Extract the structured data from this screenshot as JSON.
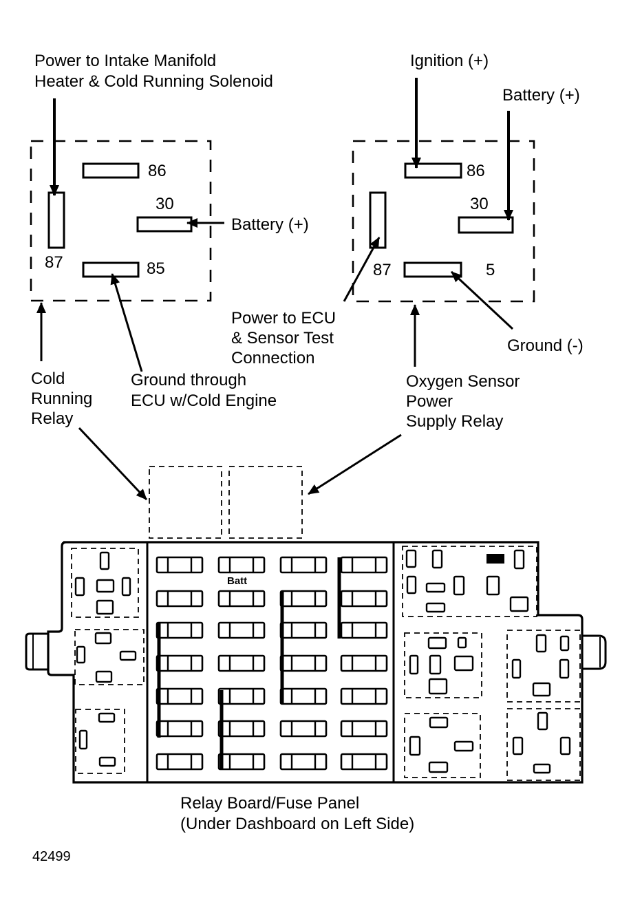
{
  "colors": {
    "ink": "#000000",
    "paper": "#ffffff"
  },
  "cold_running_relay": {
    "title": "Cold Running Relay",
    "title_lines": [
      "Cold",
      "Running",
      "Relay"
    ],
    "top_label_lines": [
      "Power to Intake Manifold",
      "Heater & Cold Running Solenoid"
    ],
    "battery_label": "Battery (+)",
    "ground_label_lines": [
      "Ground through",
      "ECU w/Cold Engine"
    ],
    "pins": {
      "p86": "86",
      "p30": "30",
      "p87": "87",
      "p85": "85"
    }
  },
  "oxygen_sensor_relay": {
    "title_lines": [
      "Oxygen Sensor",
      "Power",
      "Supply Relay"
    ],
    "ignition_label": "Ignition (+)",
    "battery_label": "Battery (+)",
    "ecu_label_lines": [
      "Power to ECU",
      "& Sensor Test",
      "Connection"
    ],
    "ground_label": "Ground (-)",
    "pins": {
      "p86": "86",
      "p30": "30",
      "p87": "87",
      "p5": "5"
    }
  },
  "fuse_panel": {
    "batt_label": "Batt",
    "fuse_grid": {
      "columns": 4,
      "rows": 7
    },
    "caption_lines": [
      "Relay Board/Fuse Panel",
      "(Under Dashboard on Left Side)"
    ]
  },
  "figure_number": "42499"
}
